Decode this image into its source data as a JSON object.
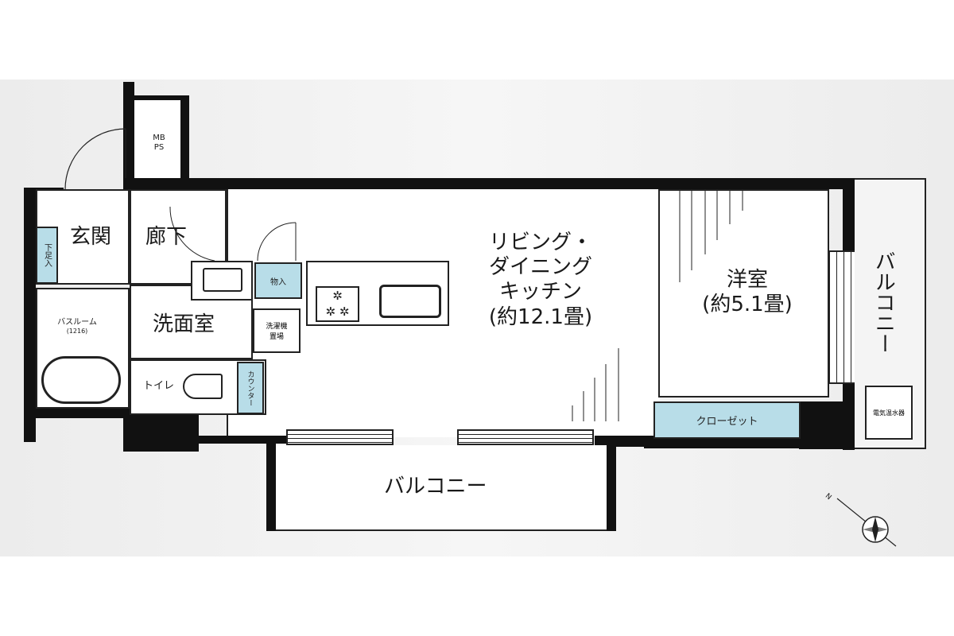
{
  "rooms": {
    "mbps": {
      "line1": "MB",
      "line2": "PS"
    },
    "entrance": "玄関",
    "hallway": "廊下",
    "shoe_storage": "下足入",
    "bathroom": {
      "name": "バスルーム",
      "size": "(1216)"
    },
    "washroom": "洗面室",
    "storage": "物入",
    "laundry": {
      "line1": "洗濯機",
      "line2": "置場"
    },
    "toilet": "トイレ",
    "counter": "カウンター",
    "ldk": {
      "line1": "リビング・",
      "line2": "ダイニング",
      "line3": "キッチン",
      "line4": "(約12.1畳)"
    },
    "western_room": {
      "line1": "洋室",
      "line2": "(約5.1畳)"
    },
    "closet": "クローゼット",
    "balcony_right": "バルコニー",
    "water_heater": "電気温水器",
    "balcony_bottom": "バルコニー"
  },
  "compass": {
    "north": "N"
  },
  "colors": {
    "wall": "#111111",
    "storage_fill": "#b8dde8",
    "background": "#efefef"
  }
}
